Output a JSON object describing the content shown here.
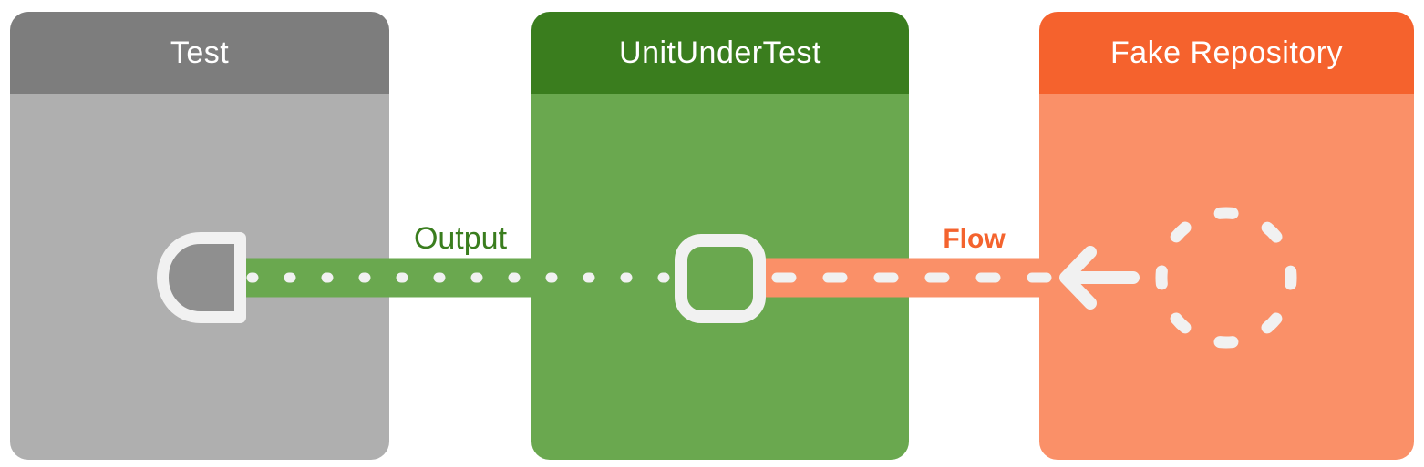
{
  "diagram": {
    "title": "flow-testing-diagram",
    "boxes": [
      {
        "id": "test",
        "label": "Test",
        "header_color": "#7d7d7d",
        "body_color": "#afafaf",
        "icon": "collector-icon"
      },
      {
        "id": "unit-under-test",
        "label": "UnitUnderTest",
        "header_color": "#3a7d1e",
        "body_color": "#6aa84f",
        "icon": "flow-operator-icon"
      },
      {
        "id": "fake-repository",
        "label": "Fake Repository",
        "header_color": "#f5622d",
        "body_color": "#fa9068",
        "icon": "producer-icon"
      }
    ],
    "connections": [
      {
        "id": "output",
        "label": "Output",
        "label_color": "#3a7d1e",
        "line_color": "#6aa84f",
        "line_style": "dotted",
        "from": "unit-under-test",
        "to": "test"
      },
      {
        "id": "flow",
        "label": "Flow",
        "label_color": "#f4632e",
        "line_color": "#fa9068",
        "line_style": "dashed",
        "from": "fake-repository",
        "to": "unit-under-test",
        "arrow": "arrow-left-icon"
      }
    ],
    "glyph_color": "#f1f1f1",
    "collector_fill_color": "#8f8f8f"
  }
}
